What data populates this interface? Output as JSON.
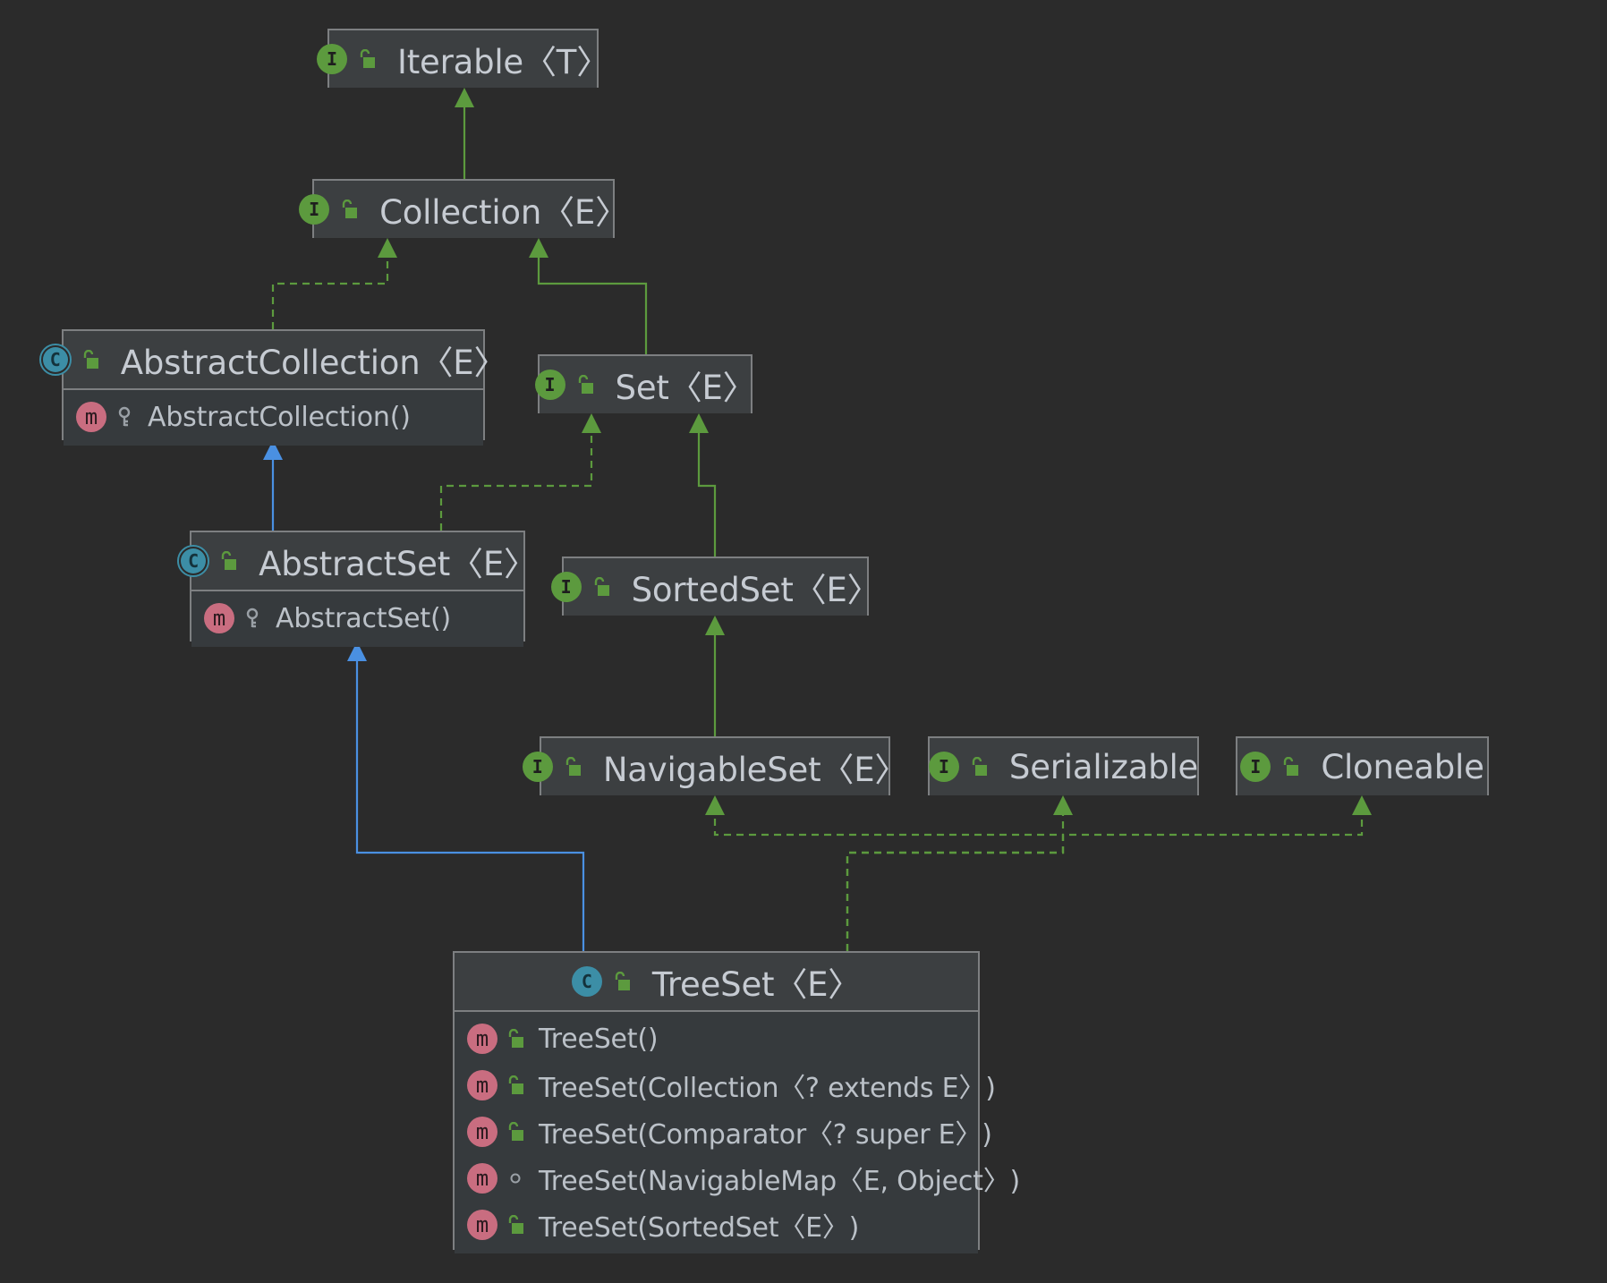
{
  "diagram": {
    "nodes": [
      {
        "id": "iterable",
        "kind": "interface",
        "kind_icon": "interface-icon",
        "visibility": "public",
        "name": "Iterable〈T〉",
        "members": []
      },
      {
        "id": "collection",
        "kind": "interface",
        "kind_icon": "interface-icon",
        "visibility": "public",
        "name": "Collection〈E〉",
        "members": []
      },
      {
        "id": "abstract_collection",
        "kind": "abstract-class",
        "kind_icon": "abstract-class-icon",
        "visibility": "public",
        "name": "AbstractCollection〈E〉",
        "members": [
          {
            "kind": "method",
            "visibility": "protected",
            "text": "AbstractCollection()"
          }
        ]
      },
      {
        "id": "set",
        "kind": "interface",
        "kind_icon": "interface-icon",
        "visibility": "public",
        "name": "Set〈E〉",
        "members": []
      },
      {
        "id": "abstract_set",
        "kind": "abstract-class",
        "kind_icon": "abstract-class-icon",
        "visibility": "public",
        "name": "AbstractSet〈E〉",
        "members": [
          {
            "kind": "method",
            "visibility": "protected",
            "text": "AbstractSet()"
          }
        ]
      },
      {
        "id": "sorted_set",
        "kind": "interface",
        "kind_icon": "interface-icon",
        "visibility": "public",
        "name": "SortedSet〈E〉",
        "members": []
      },
      {
        "id": "navigable_set",
        "kind": "interface",
        "kind_icon": "interface-icon",
        "visibility": "public",
        "name": "NavigableSet〈E〉",
        "members": []
      },
      {
        "id": "serializable",
        "kind": "interface",
        "kind_icon": "interface-icon",
        "visibility": "public",
        "name": "Serializable",
        "members": []
      },
      {
        "id": "cloneable",
        "kind": "interface",
        "kind_icon": "interface-icon",
        "visibility": "public",
        "name": "Cloneable",
        "members": []
      },
      {
        "id": "tree_set",
        "kind": "class",
        "kind_icon": "class-icon",
        "visibility": "public",
        "name": "TreeSet〈E〉",
        "members": [
          {
            "kind": "method",
            "visibility": "public",
            "text": "TreeSet()"
          },
          {
            "kind": "method",
            "visibility": "public",
            "text": "TreeSet(Collection〈? extends E〉)"
          },
          {
            "kind": "method",
            "visibility": "public",
            "text": "TreeSet(Comparator〈? super E〉)"
          },
          {
            "kind": "method",
            "visibility": "package-private",
            "text": "TreeSet(NavigableMap〈E, Object〉)"
          },
          {
            "kind": "method",
            "visibility": "public",
            "text": "TreeSet(SortedSet〈E〉)"
          }
        ]
      }
    ],
    "edges": [
      {
        "from": "collection",
        "to": "iterable",
        "type": "interface-extends"
      },
      {
        "from": "abstract_collection",
        "to": "collection",
        "type": "implements"
      },
      {
        "from": "set",
        "to": "collection",
        "type": "interface-extends"
      },
      {
        "from": "abstract_set",
        "to": "abstract_collection",
        "type": "class-extends"
      },
      {
        "from": "abstract_set",
        "to": "set",
        "type": "implements"
      },
      {
        "from": "sorted_set",
        "to": "set",
        "type": "interface-extends"
      },
      {
        "from": "navigable_set",
        "to": "sorted_set",
        "type": "interface-extends"
      },
      {
        "from": "tree_set",
        "to": "abstract_set",
        "type": "class-extends"
      },
      {
        "from": "tree_set",
        "to": "navigable_set",
        "type": "implements"
      },
      {
        "from": "tree_set",
        "to": "serializable",
        "type": "implements"
      },
      {
        "from": "tree_set",
        "to": "cloneable",
        "type": "implements"
      }
    ],
    "colors": {
      "background": "#2b2b2b",
      "node_fill": "#3c3f41",
      "node_border": "#7d7f81",
      "interface_edge": "#5c9a3e",
      "class_edge": "#4a90e2",
      "interface_badge": "#5c9a3e",
      "class_badge": "#3c8ea6",
      "method_badge": "#c96d80",
      "text": "#c6cbd2"
    }
  }
}
